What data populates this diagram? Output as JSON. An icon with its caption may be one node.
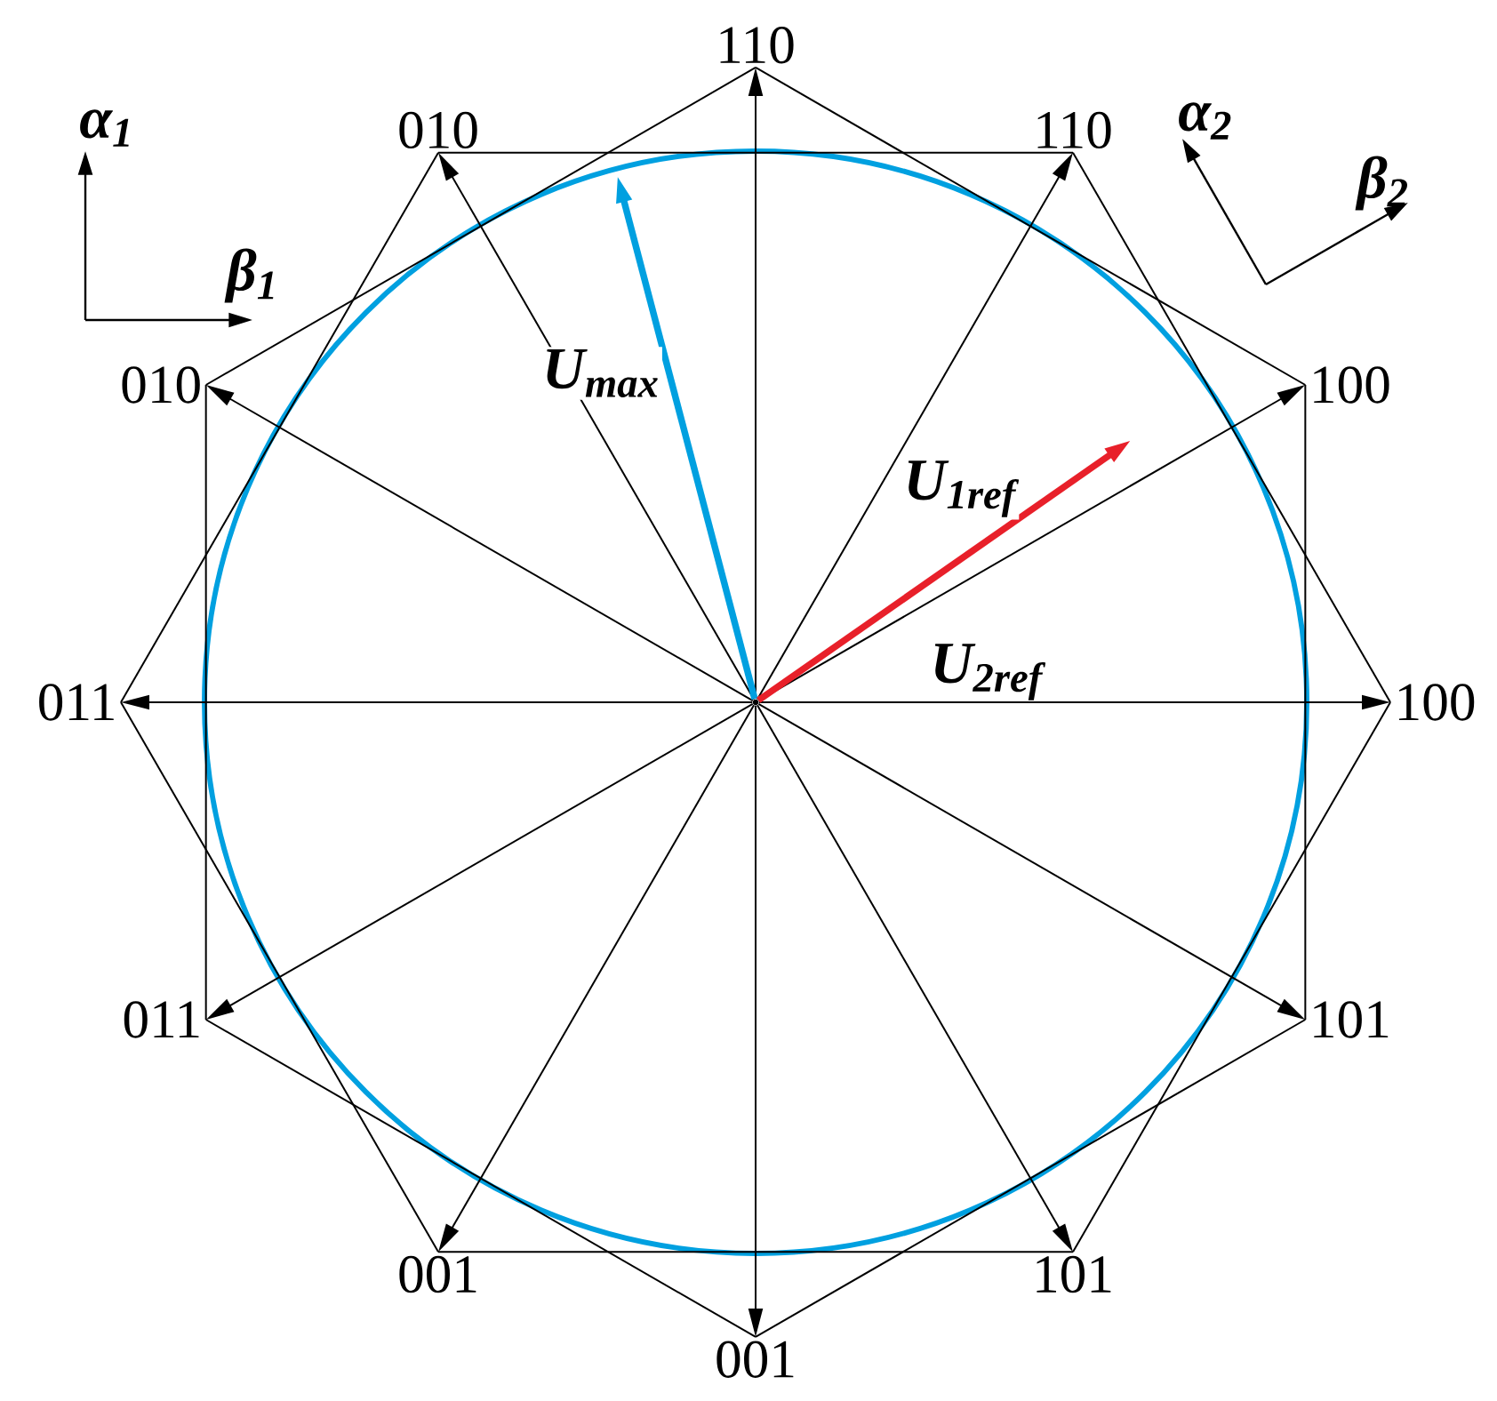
{
  "diagram": {
    "nodes": [
      {
        "text": [],
        "shape": "circle"
      },
      {
        "text": [
          "100"
        ]
      },
      {
        "text": [
          "100"
        ]
      },
      {
        "text": [
          "110"
        ]
      },
      {
        "text": [
          "110"
        ]
      },
      {
        "text": [
          "010"
        ]
      },
      {
        "text": [
          "010"
        ]
      },
      {
        "text": [
          "011"
        ]
      },
      {
        "text": [
          "011"
        ]
      },
      {
        "text": [
          "001"
        ]
      },
      {
        "text": [
          "001"
        ]
      },
      {
        "text": [
          "101"
        ]
      },
      {
        "text": [
          "101"
        ]
      }
    ],
    "edges": [
      {
        "from": 0,
        "to": 1,
        "arrow": "to"
      },
      {
        "from": 0,
        "to": 2,
        "arrow": "to"
      },
      {
        "from": 0,
        "to": 3,
        "arrow": "to"
      },
      {
        "from": 0,
        "to": 4,
        "arrow": "to"
      },
      {
        "from": 0,
        "to": 5,
        "arrow": "to"
      },
      {
        "from": 0,
        "to": 6,
        "arrow": "to"
      },
      {
        "from": 0,
        "to": 7,
        "arrow": "to"
      },
      {
        "from": 0,
        "to": 8,
        "arrow": "to"
      },
      {
        "from": 0,
        "to": 9,
        "arrow": "to"
      },
      {
        "from": 0,
        "to": 10,
        "arrow": "to"
      },
      {
        "from": 0,
        "to": 11,
        "arrow": "to"
      },
      {
        "from": 0,
        "to": 12,
        "arrow": "to"
      },
      {
        "from": 1,
        "to": 3,
        "arrow": "none"
      },
      {
        "from": 3,
        "to": 5,
        "arrow": "none"
      },
      {
        "from": 5,
        "to": 7,
        "arrow": "none"
      },
      {
        "from": 7,
        "to": 9,
        "arrow": "none"
      },
      {
        "from": 9,
        "to": 11,
        "arrow": "none"
      },
      {
        "from": 11,
        "to": 1,
        "arrow": "none"
      },
      {
        "from": 2,
        "to": 4,
        "arrow": "none"
      },
      {
        "from": 4,
        "to": 6,
        "arrow": "none"
      },
      {
        "from": 6,
        "to": 8,
        "arrow": "none"
      },
      {
        "from": 8,
        "to": 10,
        "arrow": "none"
      },
      {
        "from": 10,
        "to": 12,
        "arrow": "none"
      },
      {
        "from": 12,
        "to": 2,
        "arrow": "none"
      },
      {
        "from": 0,
        "to": null,
        "arrow": "to",
        "label": "U$_{max}$",
        "style": "thick",
        "color": "#00a0e0"
      },
      {
        "from": 0,
        "to": null,
        "arrow": "to",
        "label": "U$_{1ref}$",
        "style": "thick",
        "color": "#e8202a"
      }
    ],
    "labels": [
      "α$_{1}$",
      "β$_{1}$",
      "α$_{2}$",
      "β$_{2}$",
      "U$_{2ref}$"
    ]
  }
}
